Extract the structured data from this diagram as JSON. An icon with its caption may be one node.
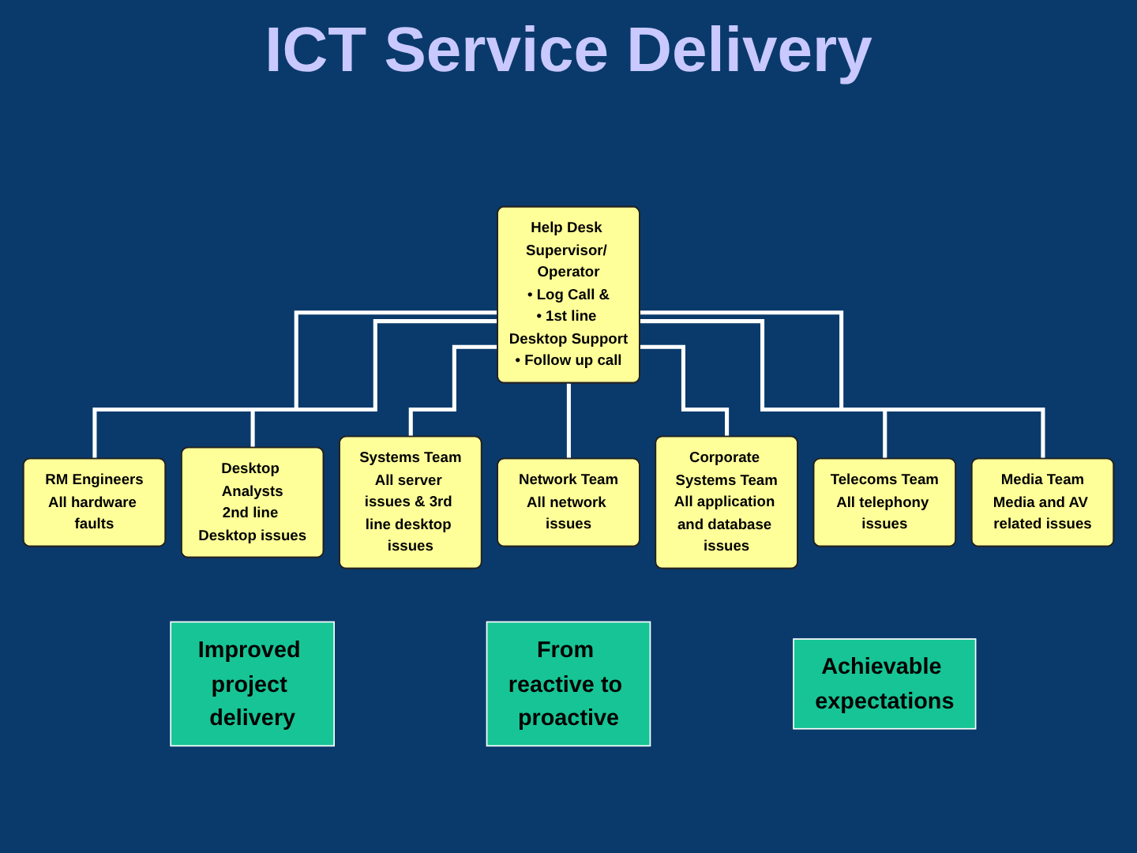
{
  "diagram": {
    "title": "ICT Service Delivery",
    "nodes": [
      {
        "text": [
          "Help Desk Supervisor/ Operator",
          "• Log Call &",
          "• 1st line Desktop Support",
          "• Follow up call"
        ]
      },
      {
        "text": [
          "RM Engineers",
          "All hardware faults"
        ]
      },
      {
        "text": [
          "Desktop Analysts",
          "2nd line Desktop issues"
        ]
      },
      {
        "text": [
          "Systems Team",
          "All server issues & 3rd line desktop issues"
        ]
      },
      {
        "text": [
          "Network Team",
          "All network issues"
        ]
      },
      {
        "text": [
          "Corporate Systems Team",
          "All application and database issues"
        ]
      },
      {
        "text": [
          "Telecoms Team",
          "All telephony issues"
        ]
      },
      {
        "text": [
          "Media Team",
          "Media and AV related issues"
        ]
      },
      {
        "text": [
          "Improved project delivery"
        ]
      },
      {
        "text": [
          "From reactive to proactive"
        ]
      },
      {
        "text": [
          "Achievable expectations"
        ]
      }
    ],
    "edges": [
      {
        "from": 0,
        "to": 1,
        "arrow": "none"
      },
      {
        "from": 0,
        "to": 2,
        "arrow": "none"
      },
      {
        "from": 0,
        "to": 3,
        "arrow": "none"
      },
      {
        "from": 0,
        "to": 4,
        "arrow": "none"
      },
      {
        "from": 0,
        "to": 5,
        "arrow": "none"
      },
      {
        "from": 0,
        "to": 6,
        "arrow": "none"
      },
      {
        "from": 0,
        "to": 7,
        "arrow": "none"
      }
    ]
  }
}
